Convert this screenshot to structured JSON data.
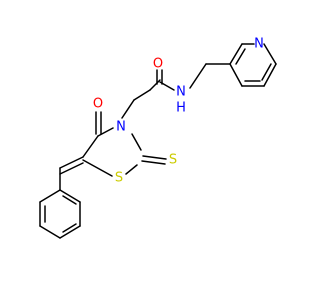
{
  "molecule": {
    "atoms": {
      "carbonyl_oxygen_amide": {
        "label": "O",
        "color": "#ff0000"
      },
      "amide_nitrogen": {
        "label": "N",
        "color": "#0000ff"
      },
      "amide_hydrogen": {
        "label": "H",
        "color": "#0000ff"
      },
      "pyridine_nitrogen": {
        "label": "N",
        "color": "#0000ff"
      },
      "ring_carbonyl_oxygen": {
        "label": "O",
        "color": "#ff0000"
      },
      "ring_nitrogen": {
        "label": "N",
        "color": "#0000ff"
      },
      "ring_sulfur": {
        "label": "S",
        "color": "#cccc00"
      },
      "thione_sulfur": {
        "label": "S",
        "color": "#cccc00"
      }
    },
    "colors": {
      "bond": "#000000",
      "oxygen": "#ff0000",
      "nitrogen": "#0000ff",
      "sulfur": "#cccc00"
    }
  }
}
